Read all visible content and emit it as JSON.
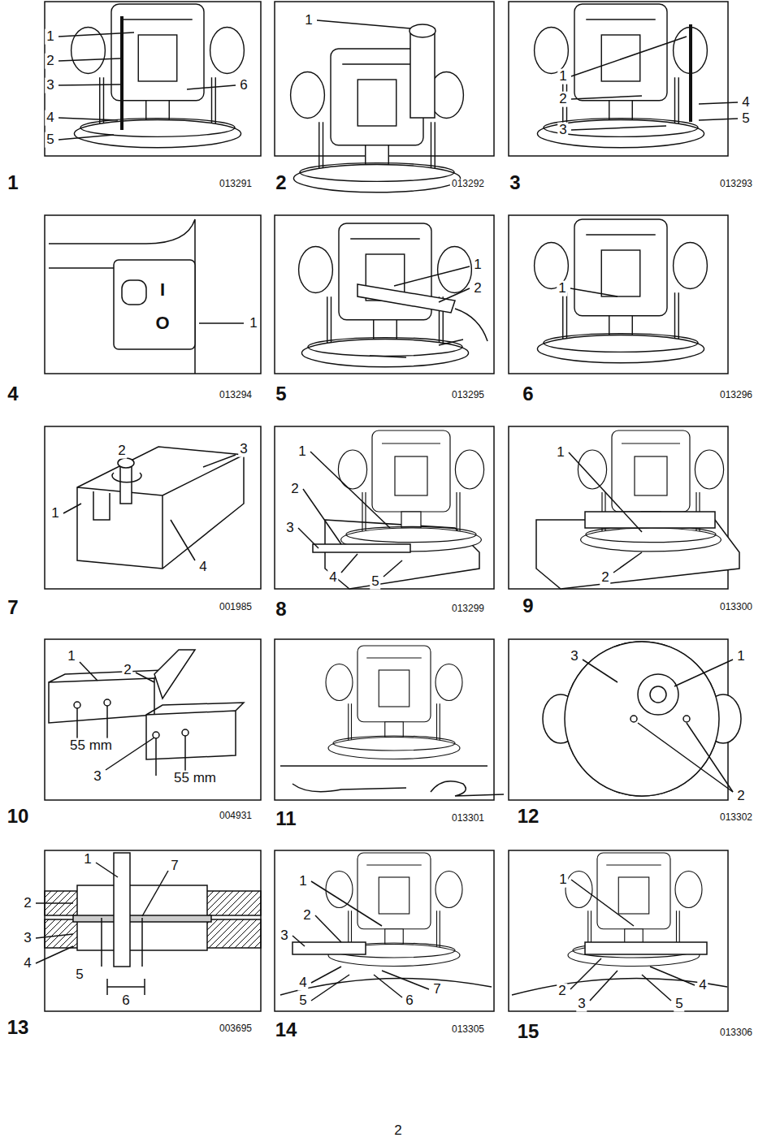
{
  "diagram": {
    "labels": [
      "1",
      "2",
      "3",
      "4",
      "5",
      "6",
      "1",
      "1",
      "2",
      "3",
      "4",
      "5",
      "1",
      "013291",
      "2",
      "013292",
      "3",
      "013293",
      "I",
      "O",
      "1",
      "1",
      "2",
      "1",
      "4",
      "013294",
      "5",
      "013295",
      "6",
      "013296",
      "2",
      "3",
      "1",
      "4",
      "1",
      "2",
      "3",
      "4",
      "5",
      "1",
      "2",
      "7",
      "001985",
      "8",
      "013299",
      "9",
      "013300",
      "1",
      "2",
      "55 mm",
      "3",
      "55 mm",
      "3",
      "1",
      "2",
      "10",
      "004931",
      "11",
      "013301",
      "12",
      "013302",
      "1",
      "7",
      "2",
      "3",
      "4",
      "5",
      "6",
      "1",
      "2",
      "3",
      "4",
      "5",
      "7",
      "6",
      "1",
      "2",
      "3",
      "4",
      "5",
      "13",
      "003695",
      "14",
      "013305",
      "15",
      "013306",
      "2"
    ]
  }
}
